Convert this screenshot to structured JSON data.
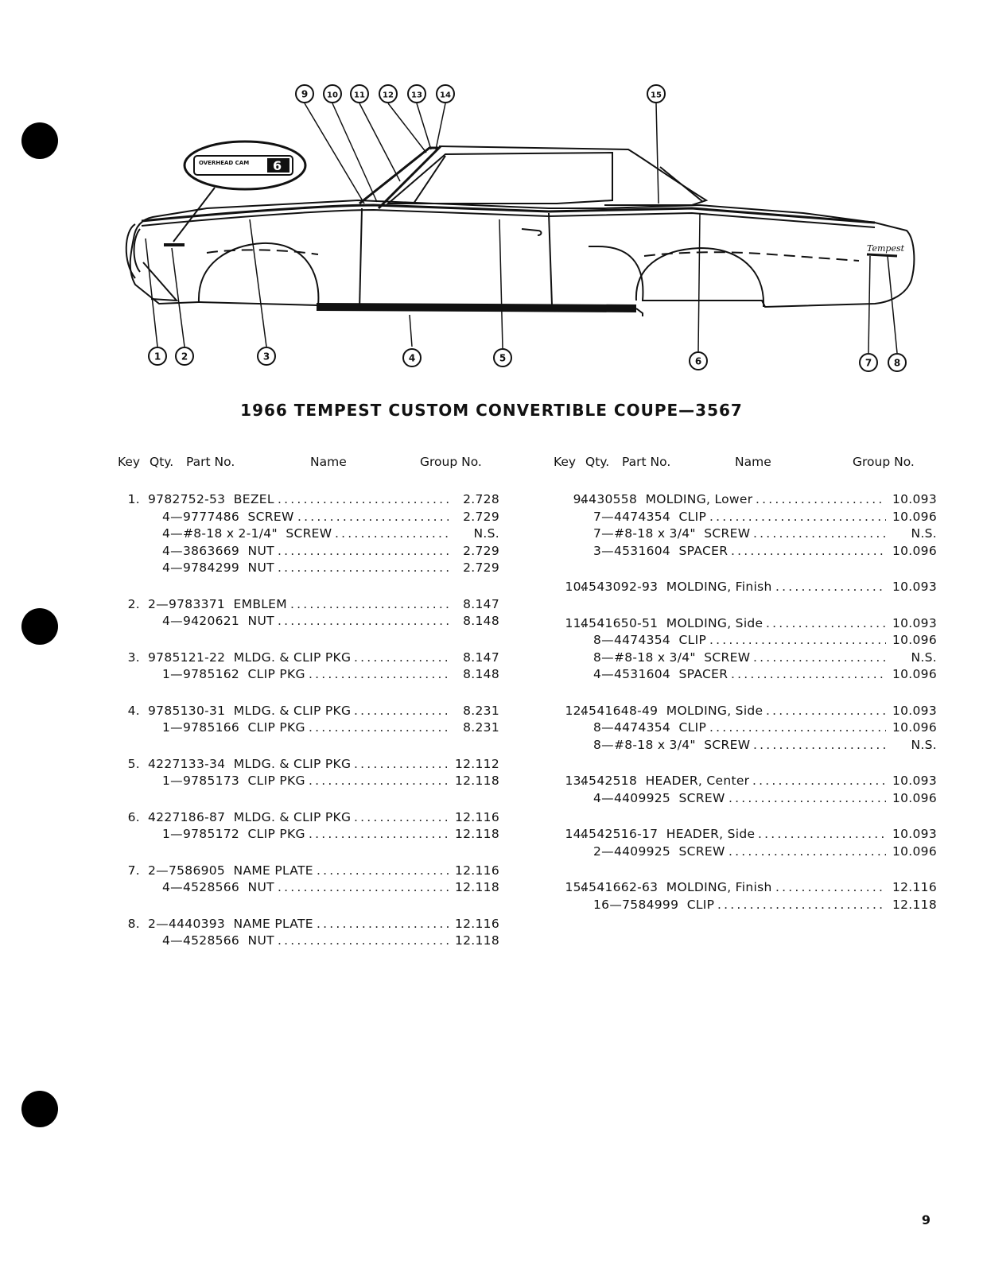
{
  "title": "1966 TEMPEST CUSTOM CONVERTIBLE COUPE—3567",
  "page_number": "9",
  "emblem_text": "OVERHEAD CAM",
  "emblem_number": "6",
  "script_badge": "Tempest",
  "callouts": [
    "1",
    "2",
    "3",
    "4",
    "5",
    "6",
    "7",
    "8",
    "9",
    "10",
    "11",
    "12",
    "13",
    "14",
    "15"
  ],
  "headers": {
    "key": "Key",
    "qty": "Qty.",
    "part": "Part No.",
    "name": "Name",
    "group": "Group No."
  },
  "left_items": [
    {
      "key": "1.",
      "lines": [
        {
          "text": "9782752-53  BEZEL",
          "group": "2.728"
        },
        {
          "text": "4—9777486  SCREW",
          "group": "2.729"
        },
        {
          "text": "4—#8-18 x 2-1/4\"  SCREW",
          "group": "N.S."
        },
        {
          "text": "4—3863669  NUT",
          "group": "2.729"
        },
        {
          "text": "4—9784299  NUT",
          "group": "2.729"
        }
      ]
    },
    {
      "key": "2.",
      "lines": [
        {
          "text": "2—9783371  EMBLEM",
          "group": "8.147"
        },
        {
          "text": "4—9420621  NUT",
          "group": "8.148"
        }
      ]
    },
    {
      "key": "3.",
      "lines": [
        {
          "text": "9785121-22  MLDG. & CLIP PKG",
          "group": "8.147"
        },
        {
          "text": "1—9785162  CLIP PKG",
          "group": "8.148"
        }
      ]
    },
    {
      "key": "4.",
      "lines": [
        {
          "text": "9785130-31  MLDG. & CLIP PKG",
          "group": "8.231"
        },
        {
          "text": "1—9785166  CLIP PKG",
          "group": "8.231"
        }
      ]
    },
    {
      "key": "5.",
      "lines": [
        {
          "text": "4227133-34  MLDG. & CLIP PKG",
          "group": "12.112"
        },
        {
          "text": "1—9785173  CLIP PKG",
          "group": "12.118"
        }
      ]
    },
    {
      "key": "6.",
      "lines": [
        {
          "text": "4227186-87  MLDG. & CLIP PKG",
          "group": "12.116"
        },
        {
          "text": "1—9785172  CLIP PKG",
          "group": "12.118"
        }
      ]
    },
    {
      "key": "7.",
      "lines": [
        {
          "text": "2—7586905  NAME PLATE",
          "group": "12.116"
        },
        {
          "text": "4—4528566  NUT",
          "group": "12.118"
        }
      ]
    },
    {
      "key": "8.",
      "lines": [
        {
          "text": "2—4440393  NAME PLATE",
          "group": "12.116"
        },
        {
          "text": "4—4528566  NUT",
          "group": "12.118"
        }
      ]
    }
  ],
  "right_items": [
    {
      "key": "9.",
      "lines": [
        {
          "text": "4430558  MOLDING, Lower",
          "group": "10.093"
        },
        {
          "text": "7—4474354  CLIP",
          "group": "10.096"
        },
        {
          "text": "7—#8-18 x 3/4\"  SCREW",
          "group": "N.S."
        },
        {
          "text": "3—4531604  SPACER",
          "group": "10.096"
        }
      ]
    },
    {
      "key": "10.",
      "lines": [
        {
          "text": "4543092-93  MOLDING, Finish",
          "group": "10.093"
        }
      ]
    },
    {
      "key": "11.",
      "lines": [
        {
          "text": "4541650-51  MOLDING, Side",
          "group": "10.093"
        },
        {
          "text": "8—4474354  CLIP",
          "group": "10.096"
        },
        {
          "text": "8—#8-18 x 3/4\"  SCREW",
          "group": "N.S."
        },
        {
          "text": "4—4531604  SPACER",
          "group": "10.096"
        }
      ]
    },
    {
      "key": "12.",
      "lines": [
        {
          "text": "4541648-49  MOLDING, Side",
          "group": "10.093"
        },
        {
          "text": "8—4474354  CLIP",
          "group": "10.096"
        },
        {
          "text": "8—#8-18 x 3/4\"  SCREW",
          "group": "N.S."
        }
      ]
    },
    {
      "key": "13.",
      "lines": [
        {
          "text": "4542518  HEADER, Center",
          "group": "10.093"
        },
        {
          "text": "4—4409925  SCREW",
          "group": "10.096"
        }
      ]
    },
    {
      "key": "14.",
      "lines": [
        {
          "text": "4542516-17  HEADER, Side",
          "group": "10.093"
        },
        {
          "text": "2—4409925  SCREW",
          "group": "10.096"
        }
      ]
    },
    {
      "key": "15.",
      "lines": [
        {
          "text": "4541662-63  MOLDING, Finish",
          "group": "12.116"
        },
        {
          "text": "16—7584999  CLIP",
          "group": "12.118"
        }
      ]
    }
  ]
}
